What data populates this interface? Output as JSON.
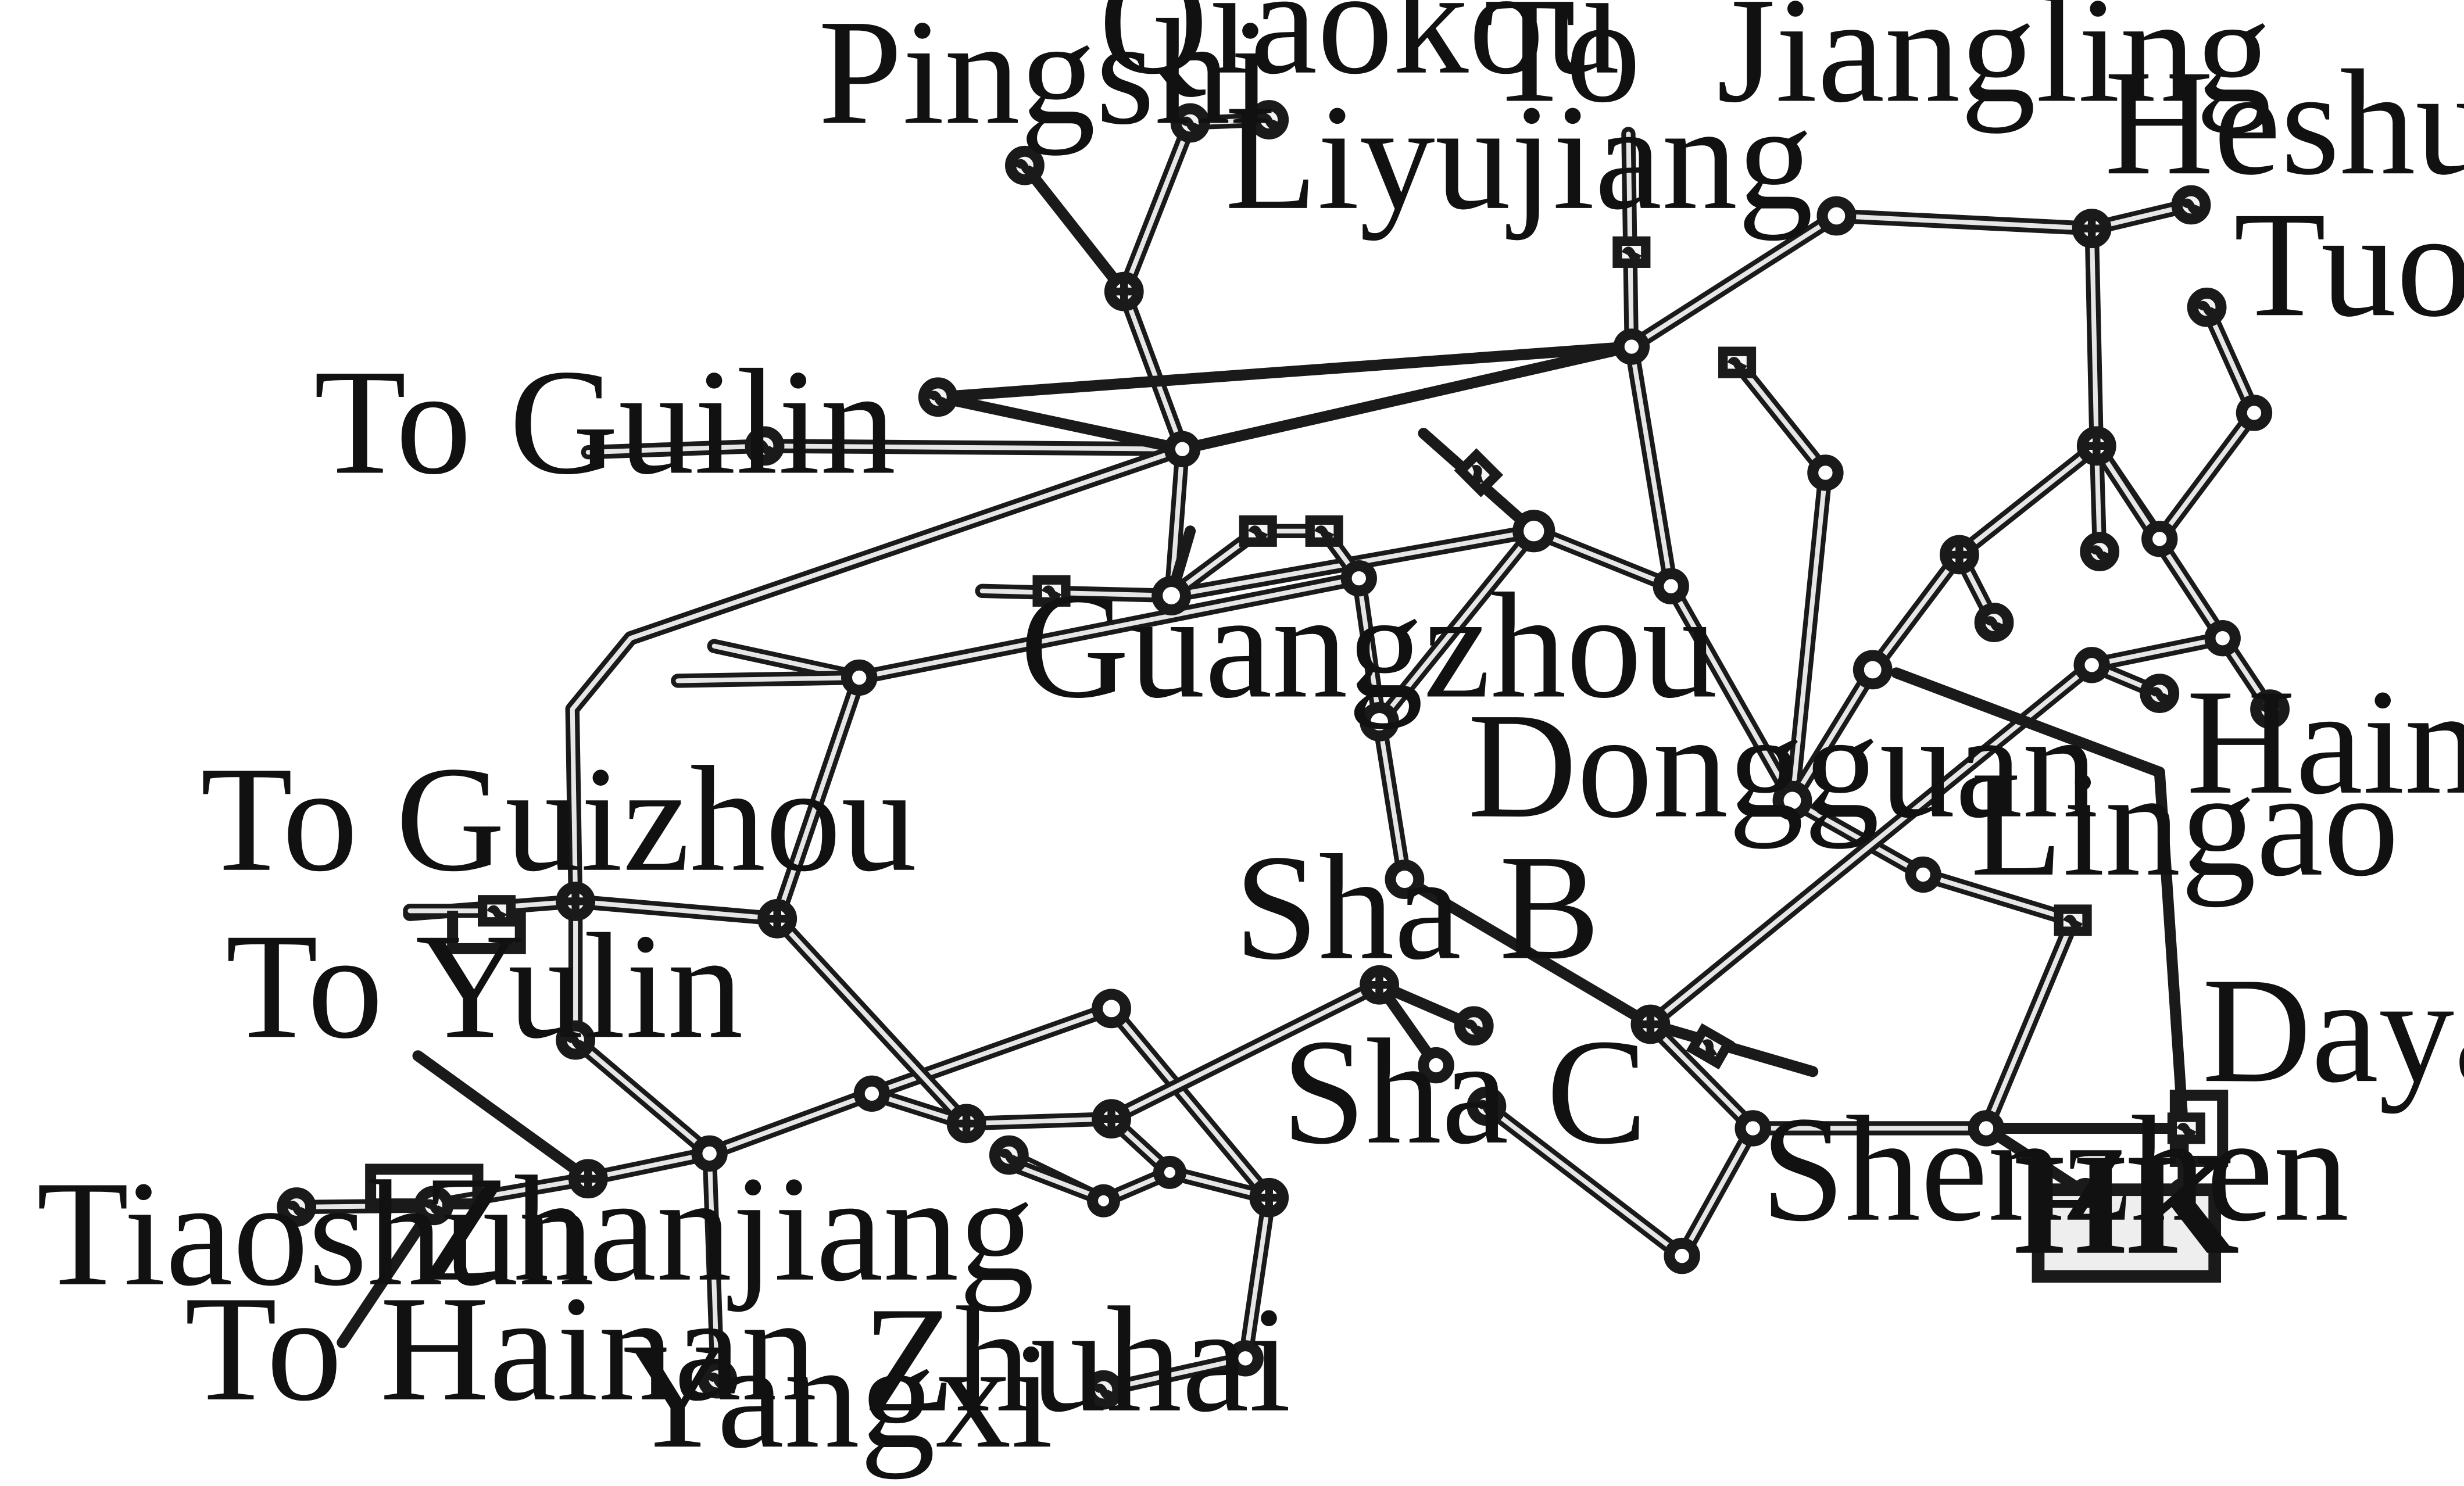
{
  "labels": {
    "qiaokou": "Qiaokou",
    "pingshi": "Pingshi",
    "liyujiang": "Liyujiang",
    "to_jiangling": "To  Jiangling",
    "heshuyuan": "Heshuyuan",
    "tuolin": "Tuolin",
    "to_guilin": "To Guilin",
    "guangzhou": "Guangzhou",
    "dongguan": "Dongguan",
    "haimen": "Haimen",
    "to_guizhou": "To Guizhou",
    "lingao": "Lingao",
    "sha_b": "Sha B",
    "to_yulin": "To Yulin",
    "dayawan": "Dayawan",
    "sha_c": "Sha C",
    "shenzhen": "Shenzhen",
    "hk": "HK",
    "tiaoshun": "Tiaoshun",
    "zhanjiang": "Zhanjiang",
    "to_hainan": "To Hainan",
    "zhuhai": "Zhuhai",
    "yangxi": "Yangxi"
  }
}
